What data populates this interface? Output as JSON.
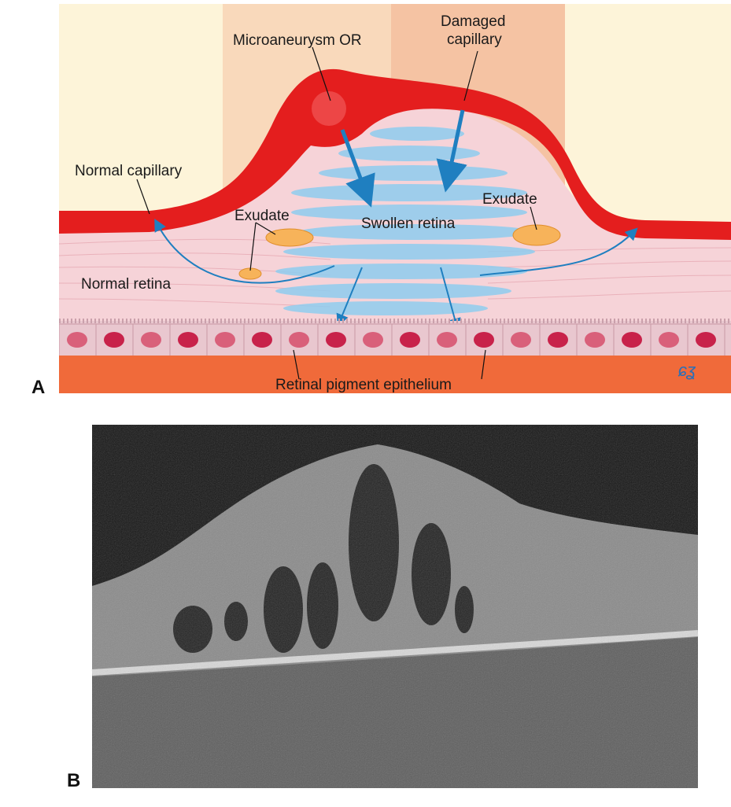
{
  "panel_a": {
    "letter": "A",
    "labels": {
      "microaneurysm": "Microaneurysm OR",
      "damaged_1": "Damaged",
      "damaged_2": "capillary",
      "normal_capillary": "Normal capillary",
      "exudate_left": "Exudate",
      "exudate_right": "Exudate",
      "swollen_retina": "Swollen retina",
      "normal_retina": "Normal retina",
      "rpe": "Retinal pigment epithelium"
    }
  },
  "panel_b": {
    "letter": "B"
  },
  "colors": {
    "capillary": "#e41e1e",
    "fluid": "#7cc3ea",
    "arrow": "#1f7fc0",
    "rpe_base": "#f06a3a"
  }
}
